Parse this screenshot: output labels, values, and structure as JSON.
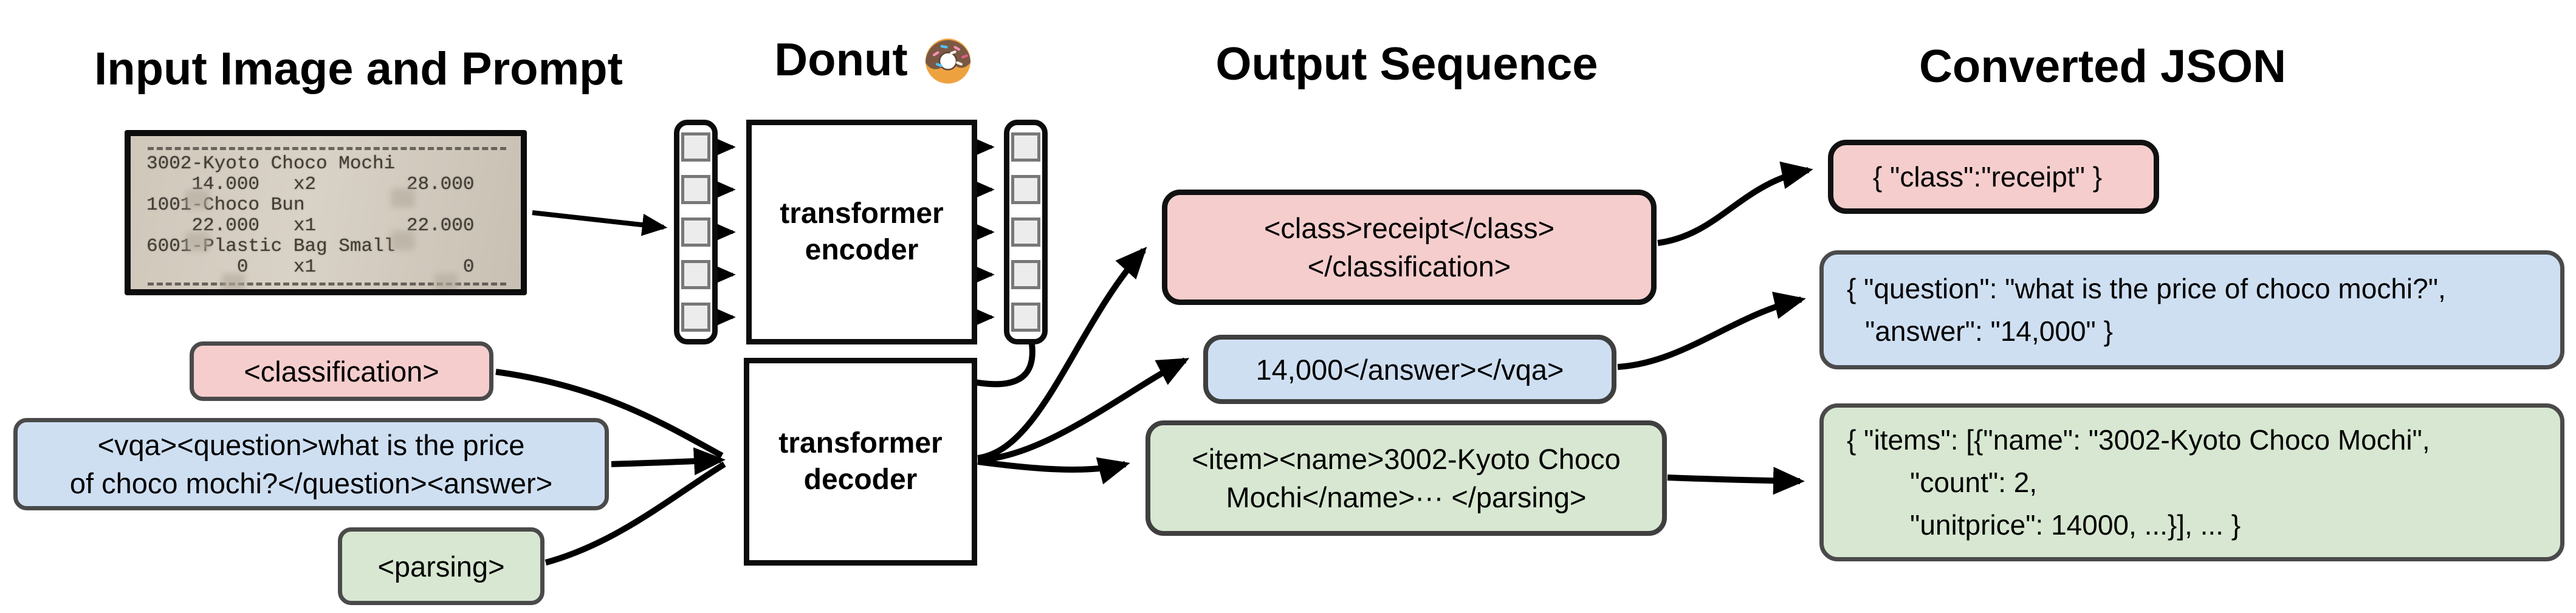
{
  "headers": {
    "input": "Input Image and Prompt",
    "model": "Donut",
    "output": "Output Sequence",
    "json": "Converted JSON"
  },
  "receipt": {
    "lines": [
      "3002-Kyoto Choco Mochi",
      "    14.000   x2        28.000",
      "1001-Choco Bun",
      "    22.000   x1        22.000",
      "6001-Plastic Bag Small",
      "        0    x1             0"
    ]
  },
  "encoder": {
    "line1": "transformer",
    "line2": "encoder"
  },
  "decoder": {
    "line1": "transformer",
    "line2": "decoder"
  },
  "prompts": {
    "classification": {
      "text": "<classification>"
    },
    "vqa": {
      "line1": "<vqa><question>what is the price",
      "line2": "of choco mochi?</question><answer>"
    },
    "parsing": {
      "text": "<parsing>"
    }
  },
  "outputs": {
    "classification": {
      "line1": "<class>receipt</class>",
      "line2": "</classification>"
    },
    "vqa": {
      "text": "14,000</answer></vqa>"
    },
    "parsing": {
      "line1": "<item><name>3002-Kyoto Choco",
      "line2": "Mochi</name>··· </parsing>"
    }
  },
  "jsons": {
    "classification": {
      "text": "{ \"class\":\"receipt\" }"
    },
    "vqa": {
      "line1": "{ \"question\": \"what is the price of choco mochi?\",",
      "line2": "\"answer\": \"14,000\" }"
    },
    "parsing": {
      "line1": "{ \"items\": [{\"name\": \"3002-Kyoto Choco Mochi\",",
      "line2": "\"count\": 2,",
      "line3": "\"unitprice\": 14000, ...}], ... }"
    }
  },
  "colors": {
    "classification_fill": "#f5cdcd",
    "vqa_fill": "#cfdff2",
    "parsing_fill": "#d7e7d1",
    "box_border": "#4a4a4a",
    "line_color": "#000000"
  }
}
